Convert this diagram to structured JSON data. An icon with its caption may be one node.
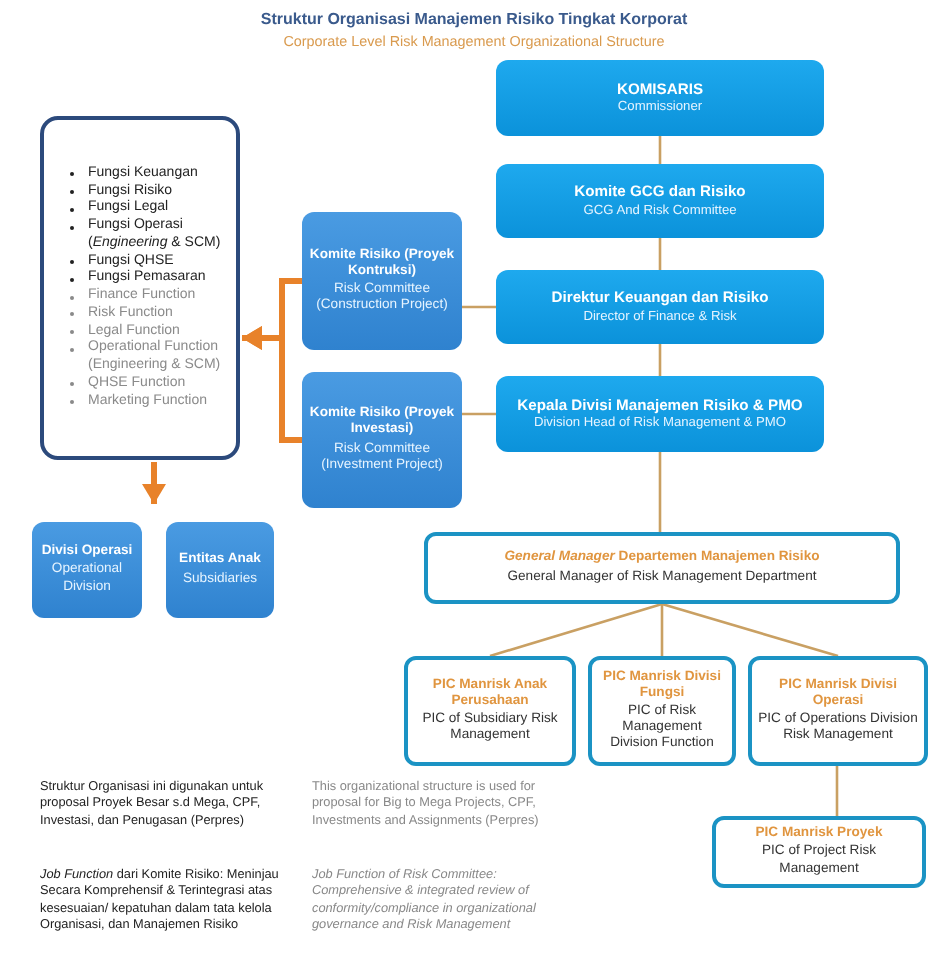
{
  "diagram": {
    "title": "Struktur Organisasi Manajemen Risiko Tingkat Korporat",
    "nodes": [
      {
        "text": [
          "KOMISARIS",
          "Commissioner"
        ]
      },
      {
        "text": [
          "Komite GCG dan Risiko",
          "GCG And Risk Committee"
        ]
      },
      {
        "text": [
          "Direktur Keuangan dan Risiko",
          "Director of Finance & Risk"
        ]
      },
      {
        "text": [
          "Kepala Divisi Manajemen Risiko & PMO",
          "Division Head of Risk Management & PMO"
        ]
      },
      {
        "text": [
          "Komite Risiko (Proyek Kontruksi)",
          "Risk Committee (Construction Project)"
        ]
      },
      {
        "text": [
          "Komite Risiko (Proyek Investasi)",
          "Risk Committee (Investment Project)"
        ]
      },
      {
        "text": [
          "Fungsi Keuangan",
          "Fungsi Risiko",
          "Fungsi Legal",
          "Fungsi Operasi (*Engineering* & SCM)",
          "Fungsi QHSE",
          "Fungsi Pemasaran",
          "Finance Function",
          "Risk Function",
          "Legal Function",
          "Operational Function (Engineering & SCM)",
          "QHSE Function",
          "Marketing Function"
        ]
      },
      {
        "text": [
          "Divisi Operasi",
          "Operational Division"
        ]
      },
      {
        "text": [
          "Entitas Anak",
          "Subsidiaries"
        ]
      },
      {
        "text": [
          "*General Manager* Departemen Manajemen Risiko",
          "General Manager of Risk Management Department"
        ]
      },
      {
        "text": [
          "PIC Manrisk Anak Perusahaan",
          "PIC of Subsidiary Risk Management"
        ]
      },
      {
        "text": [
          "PIC Manrisk Divisi Fungsi",
          "PIC of Risk Management Division Function"
        ]
      },
      {
        "text": [
          "PIC Manrisk Divisi Operasi",
          "PIC of Operations Division Risk Management"
        ]
      },
      {
        "text": [
          "PIC Manrisk Proyek",
          "PIC of Project Risk Management"
        ]
      }
    ],
    "edges": [
      {
        "from": 0,
        "to": 1,
        "arrow": "none"
      },
      {
        "from": 1,
        "to": 2,
        "arrow": "none"
      },
      {
        "from": 2,
        "to": 3,
        "arrow": "none"
      },
      {
        "from": 3,
        "to": 9,
        "arrow": "none"
      },
      {
        "from": 4,
        "to": 2,
        "arrow": "none"
      },
      {
        "from": 5,
        "to": 3,
        "arrow": "none"
      },
      {
        "from": 4,
        "to": 6,
        "arrow": "to",
        "style": "thick",
        "color": "#e8822a"
      },
      {
        "from": 5,
        "to": 6,
        "arrow": "to",
        "style": "thick",
        "color": "#e8822a"
      },
      {
        "from": 6,
        "to": 8,
        "arrow": "to",
        "style": "thick",
        "color": "#e8822a"
      },
      {
        "from": 9,
        "to": 10,
        "arrow": "none"
      },
      {
        "from": 9,
        "to": 11,
        "arrow": "none"
      },
      {
        "from": 9,
        "to": 12,
        "arrow": "none"
      },
      {
        "from": 12,
        "to": 13,
        "arrow": "none"
      }
    ],
    "labels": [
      "Corporate Level Risk Management Organizational Structure",
      "Struktur Organisasi ini digunakan untuk proposal Proyek Besar s.d Mega, CPF, Investasi, dan Penugasan (Perpres)",
      "This organizational structure is used for proposal for Big to Mega Projects, CPF, Investments and Assignments (Perpres)",
      "*Job Function* dari Komite Risiko: Meninjau Secara Komprehensif & Terintegrasi atas kesesuaian/ kepatuhan dalam tata kelola Organisasi, dan Manajemen Risiko",
      "Job Function of Risk Committee: Comprehensive & integrated review of conformity/compliance in organizational governance and Risk Management"
    ]
  }
}
